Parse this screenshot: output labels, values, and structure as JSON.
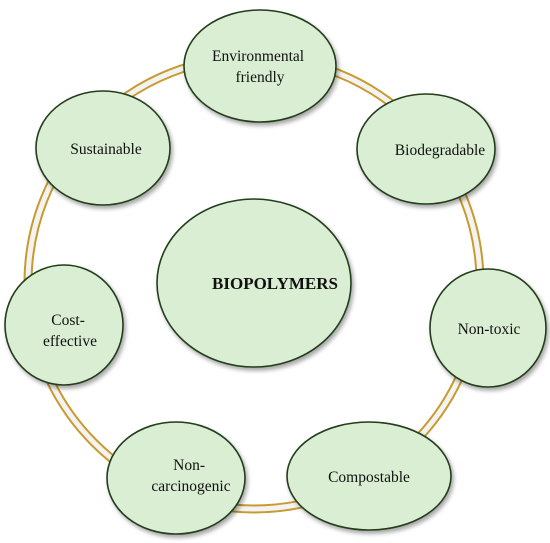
{
  "diagram": {
    "center": {
      "lines": [
        "BIOPOLYMERS"
      ]
    },
    "nodes": [
      {
        "id": "environmental-friendly",
        "lines": [
          "Environmental",
          "friendly"
        ]
      },
      {
        "id": "biodegradable",
        "lines": [
          "Biodegradable"
        ]
      },
      {
        "id": "non-toxic",
        "lines": [
          "Non-toxic"
        ]
      },
      {
        "id": "compostable",
        "lines": [
          "Compostable"
        ]
      },
      {
        "id": "non-carcinogenic",
        "lines": [
          "Non-",
          "carcinogenic"
        ]
      },
      {
        "id": "cost-effective",
        "lines": [
          "Cost-",
          "effective"
        ]
      },
      {
        "id": "sustainable",
        "lines": [
          "Sustainable"
        ]
      }
    ],
    "colors": {
      "ellipse_fill": "#daeed3",
      "ellipse_stroke": "#243d1c",
      "ring_outer": "#c99a2e",
      "ring_inner": "#f3f3f3"
    }
  }
}
